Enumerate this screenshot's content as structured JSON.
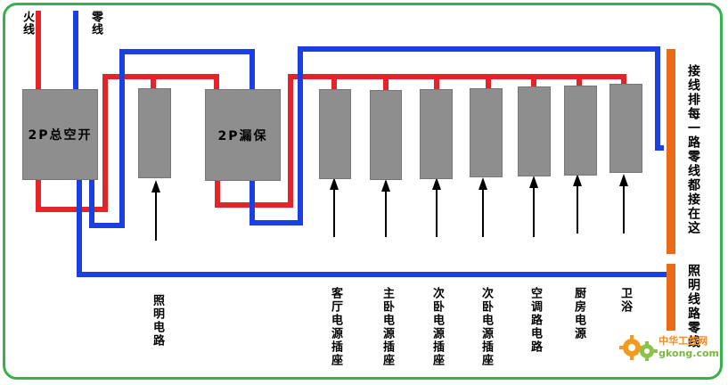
{
  "top_labels": {
    "live": "火线",
    "neutral": "零线"
  },
  "devices": {
    "main_breaker": "2P总空开",
    "rcd": "2P漏保"
  },
  "circuits": [
    {
      "label": "照明电路"
    },
    {
      "label": "客厅电源插座"
    },
    {
      "label": "主卧电源插座"
    },
    {
      "label": "次卧电源插座"
    },
    {
      "label": "次卧电源插座"
    },
    {
      "label": "空调路电路"
    },
    {
      "label": "厨房电源"
    },
    {
      "label": "卫浴"
    }
  ],
  "side_notes": {
    "neutral_bar": "接线排每一路零线都接在这",
    "lighting_neutral": "照明线路零线"
  },
  "watermark": {
    "name": "中华工控网",
    "url": "gkong.com"
  },
  "colors": {
    "live": "#e3242b",
    "neutral": "#1b3fe0",
    "box": "#8e8e8e",
    "terminal_bar": "#ea6a1a",
    "frame": "#35b24a"
  }
}
